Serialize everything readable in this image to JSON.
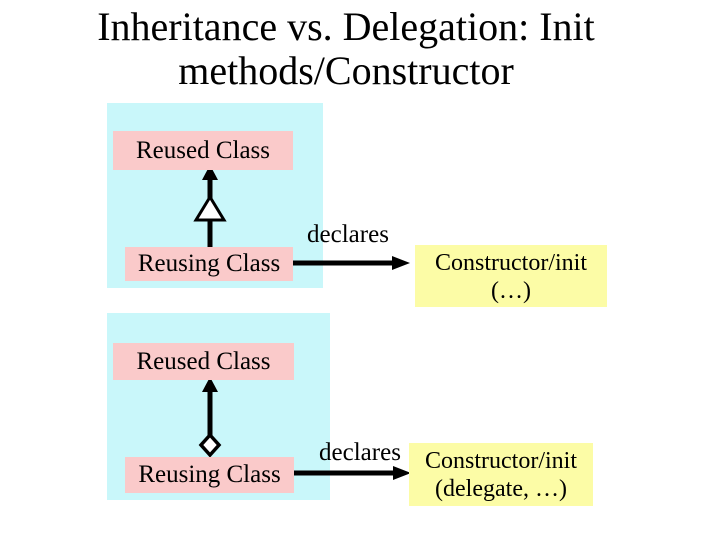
{
  "title": {
    "line1": "Inheritance vs. Delegation: Init",
    "line2": "methods/Constructor"
  },
  "diagrams": {
    "inheritance": {
      "reused_class_label": "Reused Class",
      "reusing_class_label": "Reusing Class",
      "edge_label": "declares",
      "constructor_box": {
        "line1": "Constructor/init",
        "line2": "(…)"
      },
      "relationship_icon": "hollow-triangle-inheritance"
    },
    "delegation": {
      "reused_class_label": "Reused Class",
      "reusing_class_label": "Reusing Class",
      "edge_label": "declares",
      "constructor_box": {
        "line1": "Constructor/init",
        "line2": "(delegate, …)"
      },
      "relationship_icon": "hollow-diamond-aggregation"
    }
  },
  "colors": {
    "background": "#FFFFFF",
    "panel_cyan": "#C9F7FA",
    "class_box_pink": "#FACACA",
    "constructor_box_yellow": "#FCFCA6",
    "text_and_lines": "#000000"
  }
}
